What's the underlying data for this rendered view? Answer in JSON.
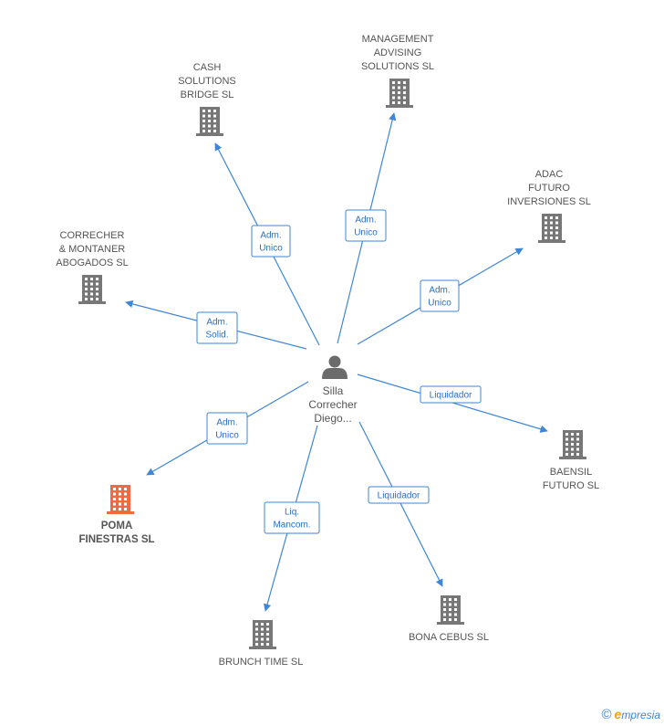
{
  "center": {
    "label_lines": [
      "Silla",
      "Correcher",
      "Diego..."
    ],
    "icon": "person-icon"
  },
  "companies": [
    {
      "id": "cash-solutions",
      "label_lines": [
        "CASH",
        "SOLUTIONS",
        "BRIDGE  SL"
      ],
      "relation_lines": [
        "Adm.",
        "Unico"
      ],
      "highlight": false
    },
    {
      "id": "management-advising",
      "label_lines": [
        "MANAGEMENT",
        "ADVISING",
        "SOLUTIONS  SL"
      ],
      "relation_lines": [
        "Adm.",
        "Unico"
      ],
      "highlight": false
    },
    {
      "id": "adac-futuro",
      "label_lines": [
        "ADAC",
        "FUTURO",
        "INVERSIONES SL"
      ],
      "relation_lines": [
        "Adm.",
        "Unico"
      ],
      "highlight": false
    },
    {
      "id": "correcher-montaner",
      "label_lines": [
        "CORRECHER",
        "& MONTANER",
        "ABOGADOS SL"
      ],
      "relation_lines": [
        "Adm.",
        "Solid."
      ],
      "highlight": false
    },
    {
      "id": "baensil-futuro",
      "label_lines": [
        "BAENSIL",
        "FUTURO SL"
      ],
      "relation_lines": [
        "Liquidador"
      ],
      "highlight": false
    },
    {
      "id": "poma-finestras",
      "label_lines": [
        "POMA",
        "FINESTRAS SL"
      ],
      "relation_lines": [
        "Adm.",
        "Unico"
      ],
      "highlight": true
    },
    {
      "id": "brunch-time",
      "label_lines": [
        "BRUNCH TIME SL"
      ],
      "relation_lines": [
        "Liq.",
        "Mancom."
      ],
      "highlight": false
    },
    {
      "id": "bona-cebus",
      "label_lines": [
        "BONA CEBUS SL"
      ],
      "relation_lines": [
        "Liquidador"
      ],
      "highlight": false
    }
  ],
  "colors": {
    "edge": "#3f86d6",
    "building": "#777777",
    "building_highlight": "#f26a3d",
    "person": "#6b6b6b"
  },
  "footer": {
    "copyright_symbol": "©",
    "brand_initial": "e",
    "brand_rest": "mpresia"
  }
}
